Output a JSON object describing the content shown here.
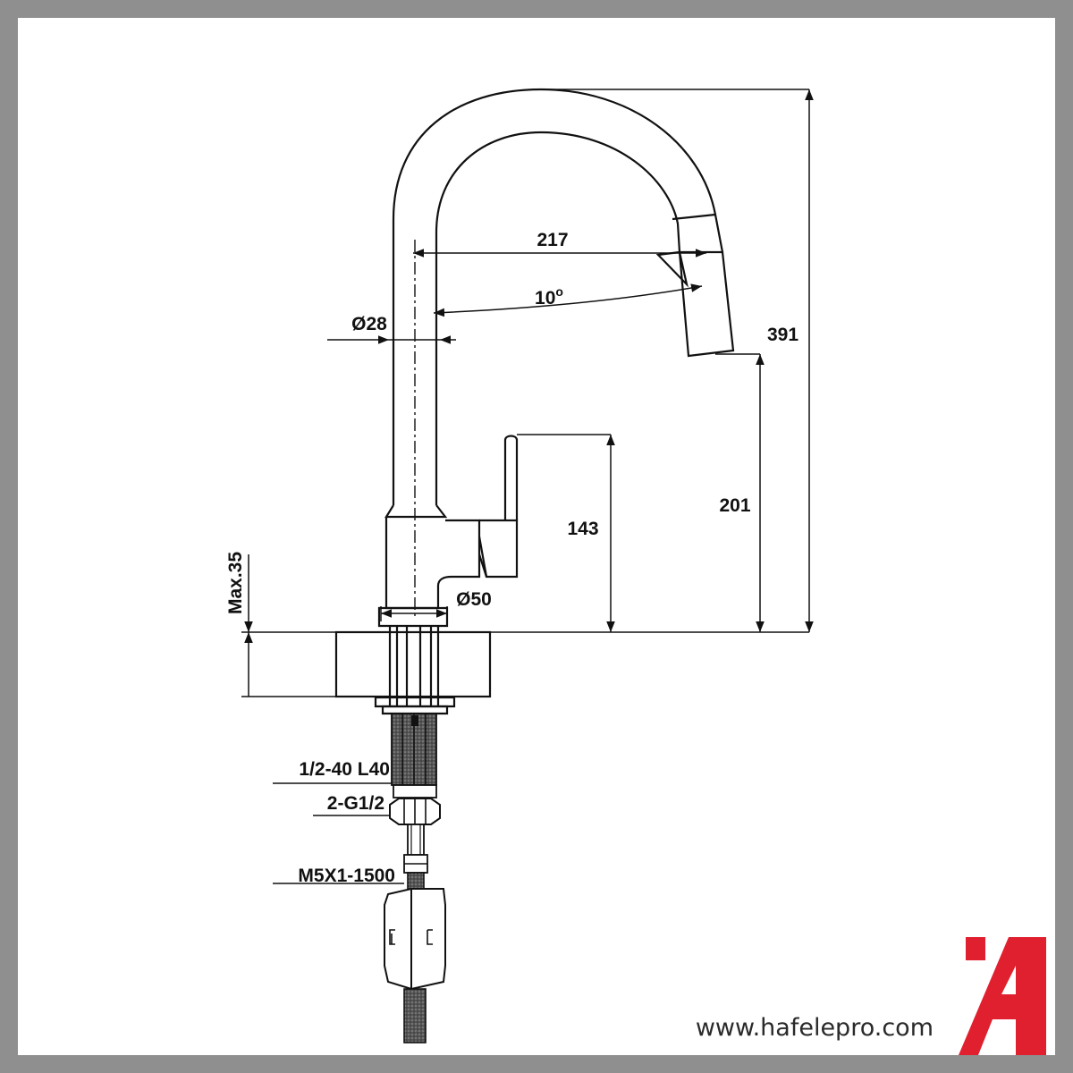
{
  "labels": {
    "width_217": "217",
    "angle_10": "10",
    "angle_degree": "o",
    "dia_28": "Ø28",
    "height_391": "391",
    "height_201": "201",
    "height_143": "143",
    "dia_50": "Ø50",
    "max_35": "Max.35",
    "thread_hose": "1/2-40 L40",
    "connector": "2-G1/2",
    "bolt": "M5X1-1500"
  },
  "footer": {
    "website": "www.hafelepro.com"
  },
  "colors": {
    "frame": "#8f8f8f",
    "paper": "#ffffff",
    "ink": "#111111",
    "logo_red": "#e0202e"
  }
}
